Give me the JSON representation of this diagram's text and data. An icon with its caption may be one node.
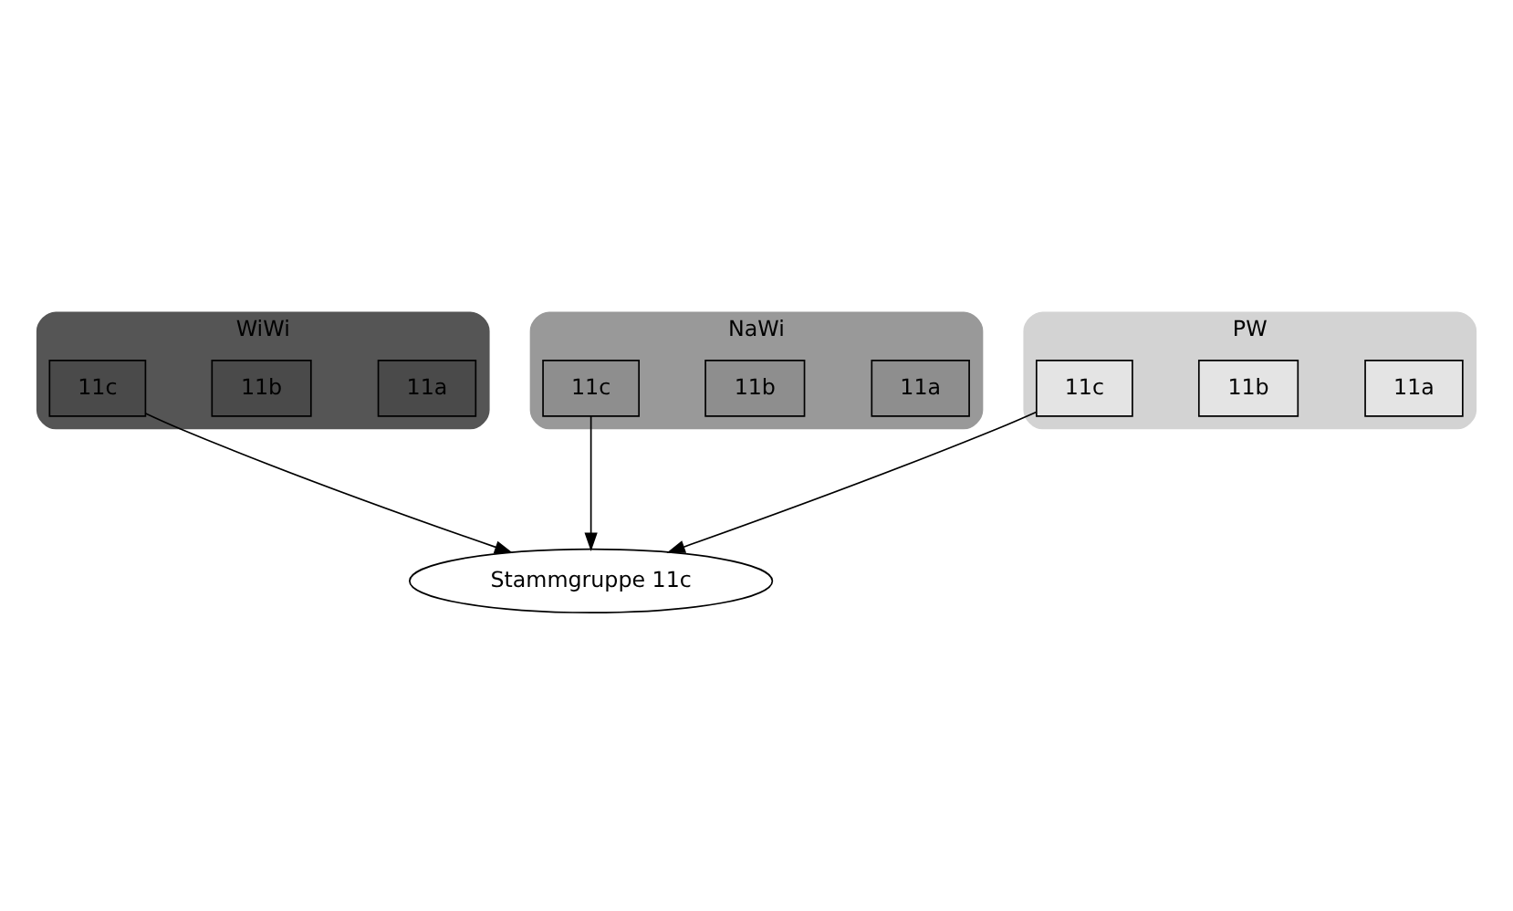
{
  "diagram": {
    "nodes": [
      {
        "text": [
          "WiWi"
        ]
      },
      {
        "text": [
          "11a"
        ],
        "in": 0
      },
      {
        "text": [
          "11b"
        ],
        "in": 0
      },
      {
        "text": [
          "11c"
        ],
        "in": 0
      },
      {
        "text": [
          "NaWi"
        ]
      },
      {
        "text": [
          "11a"
        ],
        "in": 4
      },
      {
        "text": [
          "11b"
        ],
        "in": 4
      },
      {
        "text": [
          "11c"
        ],
        "in": 4
      },
      {
        "text": [
          "PW"
        ]
      },
      {
        "text": [
          "11a"
        ],
        "in": 8
      },
      {
        "text": [
          "11b"
        ],
        "in": 8
      },
      {
        "text": [
          "11c"
        ],
        "in": 8
      },
      {
        "text": [
          "Stammgruppe 11c"
        ]
      }
    ],
    "edges": [
      {
        "from": 3,
        "to": 12,
        "arrow": "to"
      },
      {
        "from": 7,
        "to": 12,
        "arrow": "to"
      },
      {
        "from": 11,
        "to": 12,
        "arrow": "to"
      }
    ]
  }
}
